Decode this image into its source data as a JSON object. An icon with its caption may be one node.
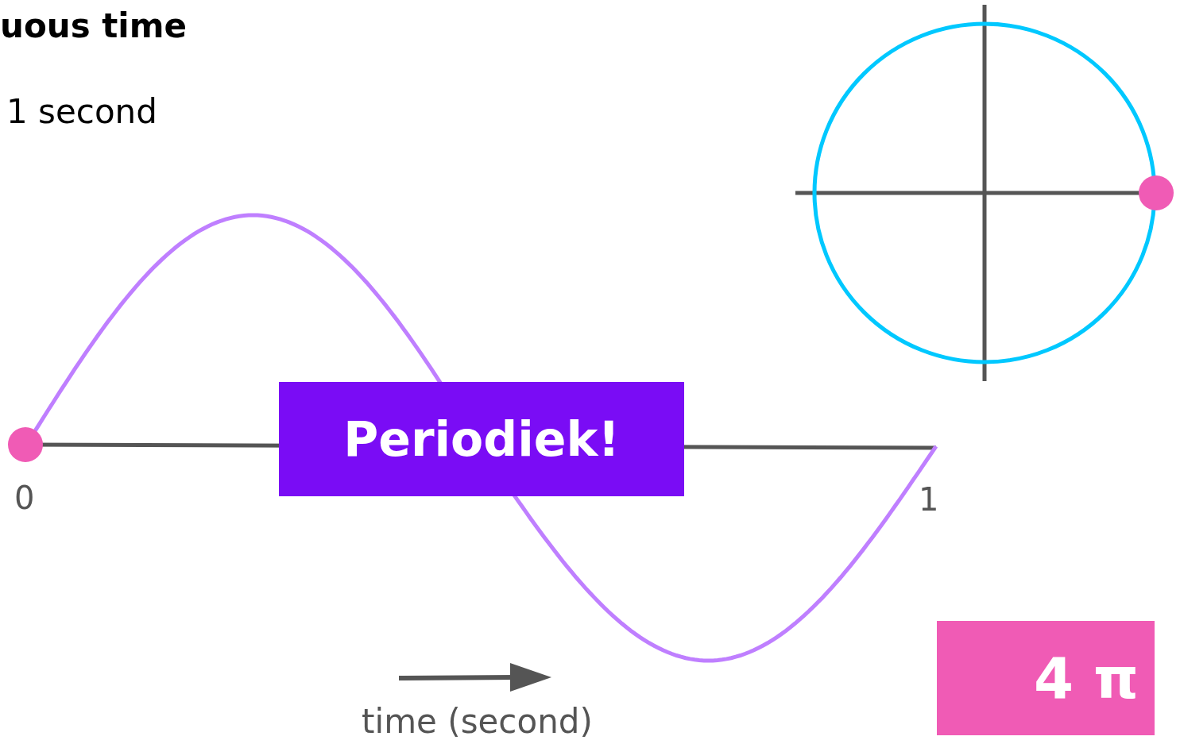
{
  "diagram": {
    "nodes": [
      {
        "text": [
          "Periodiek!"
        ]
      },
      {
        "text": [
          "4 π"
        ]
      }
    ],
    "labels": [
      "uous time",
      "1 second",
      "0",
      "1",
      "time (second)"
    ]
  }
}
